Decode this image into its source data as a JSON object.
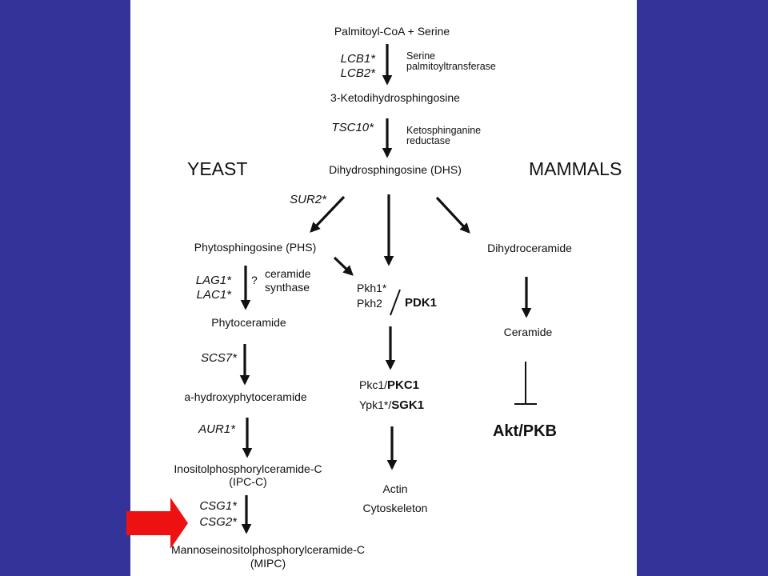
{
  "nodes": {
    "palmitoyl": "Palmitoyl-CoA  + Serine",
    "ketodihydro": "3-Ketodihydrosphingosine",
    "dhs": "Dihydrosphingosine (DHS)",
    "phs": "Phytosphingosine (PHS)",
    "dihydroceramide": "Dihydroceramide",
    "phytoceramide": "Phytoceramide",
    "ceramide": "Ceramide",
    "hydroxyphyto": "a-hydroxyphytoceramide",
    "ipc_line1": "Inositolphosphorylceramide-C",
    "ipc_line2": "(IPC-C)",
    "mipc_line1": "Mannoseinositolphosphorylceramide-C",
    "mipc_line2": "(MIPC)",
    "actin_line1": "Actin",
    "actin_line2": "Cytoskeleton",
    "akt": "Akt/PKB"
  },
  "genes": {
    "lcb1": "LCB1*",
    "lcb2": "LCB2*",
    "tsc10": "TSC10*",
    "sur2": "SUR2*",
    "lag1": "LAG1*",
    "lac1": "LAC1*",
    "scs7": "SCS7*",
    "aur1": "AUR1*",
    "csg1": "CSG1*",
    "csg2": "CSG2*"
  },
  "enzymes": {
    "spt_line1": "Serine",
    "spt_line2": "palmitoyltransferase",
    "ksr_line1": "Ketosphinganine",
    "ksr_line2": "reductase",
    "cs_line1": "ceramide",
    "cs_line2": "synthase",
    "question": "?"
  },
  "kinases": {
    "pkh1": "Pkh1*",
    "pkh2": "Pkh2",
    "pdk1": "PDK1",
    "pkc1_yeast": "Pkc1/",
    "pkc1_mammal": "PKC1",
    "ypk1_yeast": "Ypk1*/",
    "sgk1_mammal": "SGK1"
  },
  "headers": {
    "yeast": "YEAST",
    "mammals": "MAMMALS"
  },
  "colors": {
    "background": "#333399",
    "panel": "#ffffff",
    "ink": "#111111",
    "highlight_arrow": "#ee1111"
  }
}
